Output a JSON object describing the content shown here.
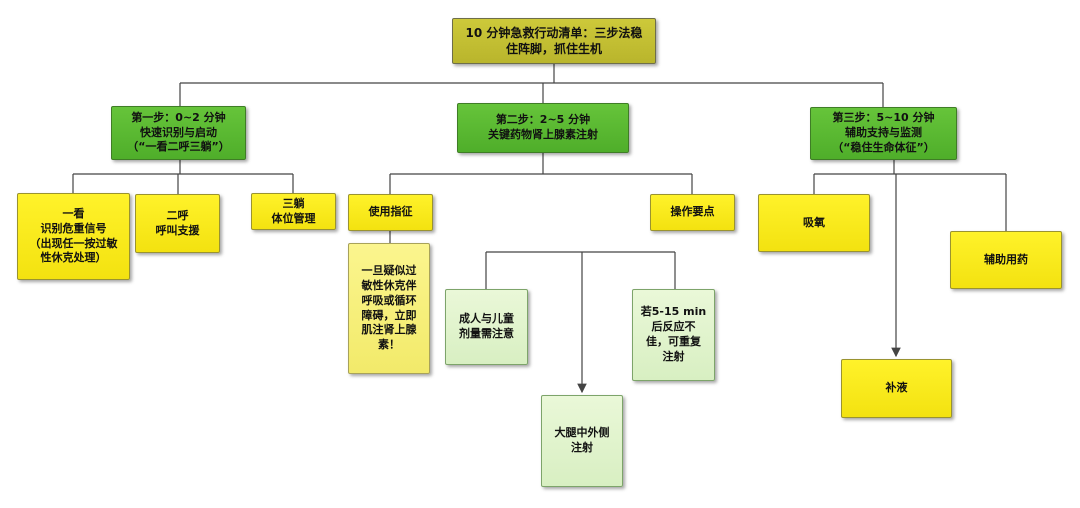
{
  "diagram": {
    "root": {
      "id": "root",
      "label": "10 分钟急救行动清单：三步法稳\n住阵脚，抓住生机"
    },
    "steps": [
      {
        "id": "s1",
        "label": "第一步：0~2 分钟\n快速识别与启动\n（“一看二呼三躺”）"
      },
      {
        "id": "s2",
        "label": "第二步：2~5 分钟\n关键药物肾上腺素注射"
      },
      {
        "id": "s3",
        "label": "第三步：5~10 分钟\n辅助支持与监测\n（“稳住生命体征”）"
      }
    ],
    "nodes": [
      {
        "id": "s1a",
        "label": "一看\n识别危重信号\n（出现任一按过敏\n性休克处理）"
      },
      {
        "id": "s1b",
        "label": "二呼\n呼叫支援"
      },
      {
        "id": "s1c",
        "label": "三躺\n体位管理"
      },
      {
        "id": "s2a",
        "label": "使用指征"
      },
      {
        "id": "s2a1",
        "label": "一旦疑似过\n敏性休克伴\n呼吸或循环\n障碍，立即\n肌注肾上腺\n素！"
      },
      {
        "id": "s2b",
        "label": "操作要点"
      },
      {
        "id": "s2b1",
        "label": "成人与儿童\n剂量需注意"
      },
      {
        "id": "s2b2",
        "label": "大腿中外侧\n注射"
      },
      {
        "id": "s2b3",
        "label": "若5-15 min\n后反应不\n佳，可重复\n注射"
      },
      {
        "id": "s3a",
        "label": "吸氧"
      },
      {
        "id": "s3b",
        "label": "补液"
      },
      {
        "id": "s3c",
        "label": "辅助用药"
      }
    ]
  },
  "colors": {
    "root_fill": "#c4c033",
    "step_fill": "#5bb832",
    "leaf_yellow": "#fbec18",
    "leaf_pale_yellow": "#f8f07c",
    "leaf_pale_green": "#e2f4cf",
    "connector": "#444444"
  }
}
